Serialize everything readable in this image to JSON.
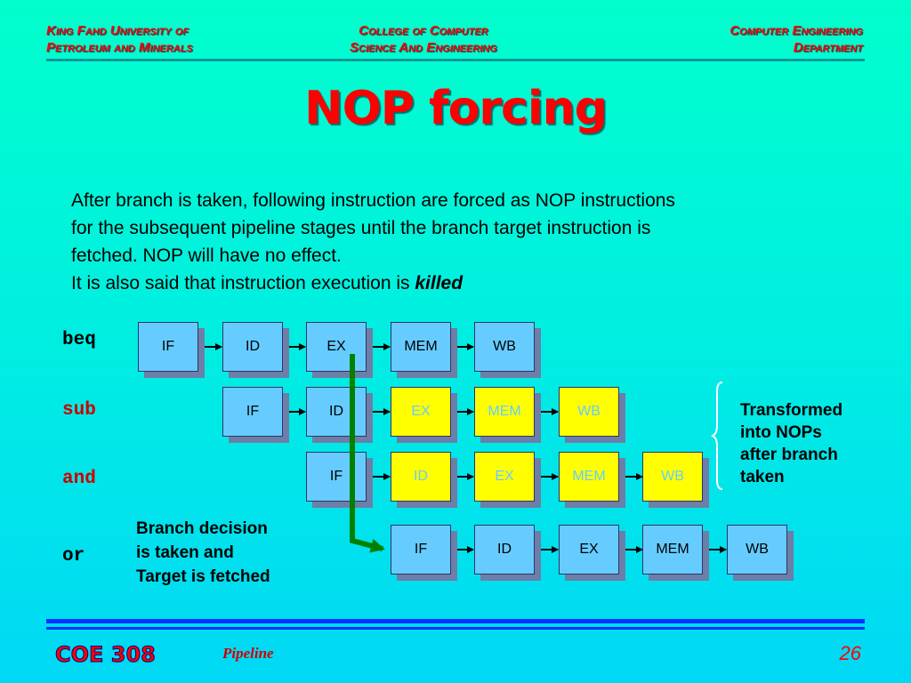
{
  "header": {
    "left": [
      "King Fahd University of",
      "Petroleum and Minerals"
    ],
    "center": [
      "College of Computer",
      "Science And Engineering"
    ],
    "right": [
      "Computer Engineering",
      "Department"
    ]
  },
  "title": "NOP forcing",
  "paragraph": {
    "line1": "After branch is taken, following instruction are forced as NOP instructions",
    "line2": "for the subsequent pipeline stages until the branch target instruction is",
    "line3": "fetched. NOP will have no effect.",
    "line4_prefix": "It is also said that instruction execution is ",
    "line4_emphasis": "killed"
  },
  "instructions": [
    {
      "name": "beq",
      "color": "#000000"
    },
    {
      "name": "sub",
      "color": "#cc0000"
    },
    {
      "name": "and",
      "color": "#cc0000"
    },
    {
      "name": "or",
      "color": "#000000"
    }
  ],
  "pipeline": {
    "beq": [
      "IF",
      "ID",
      "EX",
      "MEM",
      "WB"
    ],
    "sub": [
      "IF",
      "ID",
      "EX",
      "MEM",
      "WB"
    ],
    "and": [
      "IF",
      "ID",
      "EX",
      "MEM",
      "WB"
    ],
    "or": [
      "IF",
      "ID",
      "EX",
      "MEM",
      "WB"
    ]
  },
  "notes": {
    "transformed": [
      "Transformed",
      "into NOPs",
      "after branch",
      "taken"
    ],
    "branch_decision": [
      "Branch decision",
      "is taken and",
      "Target is fetched"
    ]
  },
  "colors": {
    "normal_stage": "#66ccff",
    "nop_stage": "#ffff00",
    "branch_arrow": "#008000"
  },
  "footer": {
    "course": "COE 308",
    "topic": "Pipeline",
    "page": "26"
  }
}
